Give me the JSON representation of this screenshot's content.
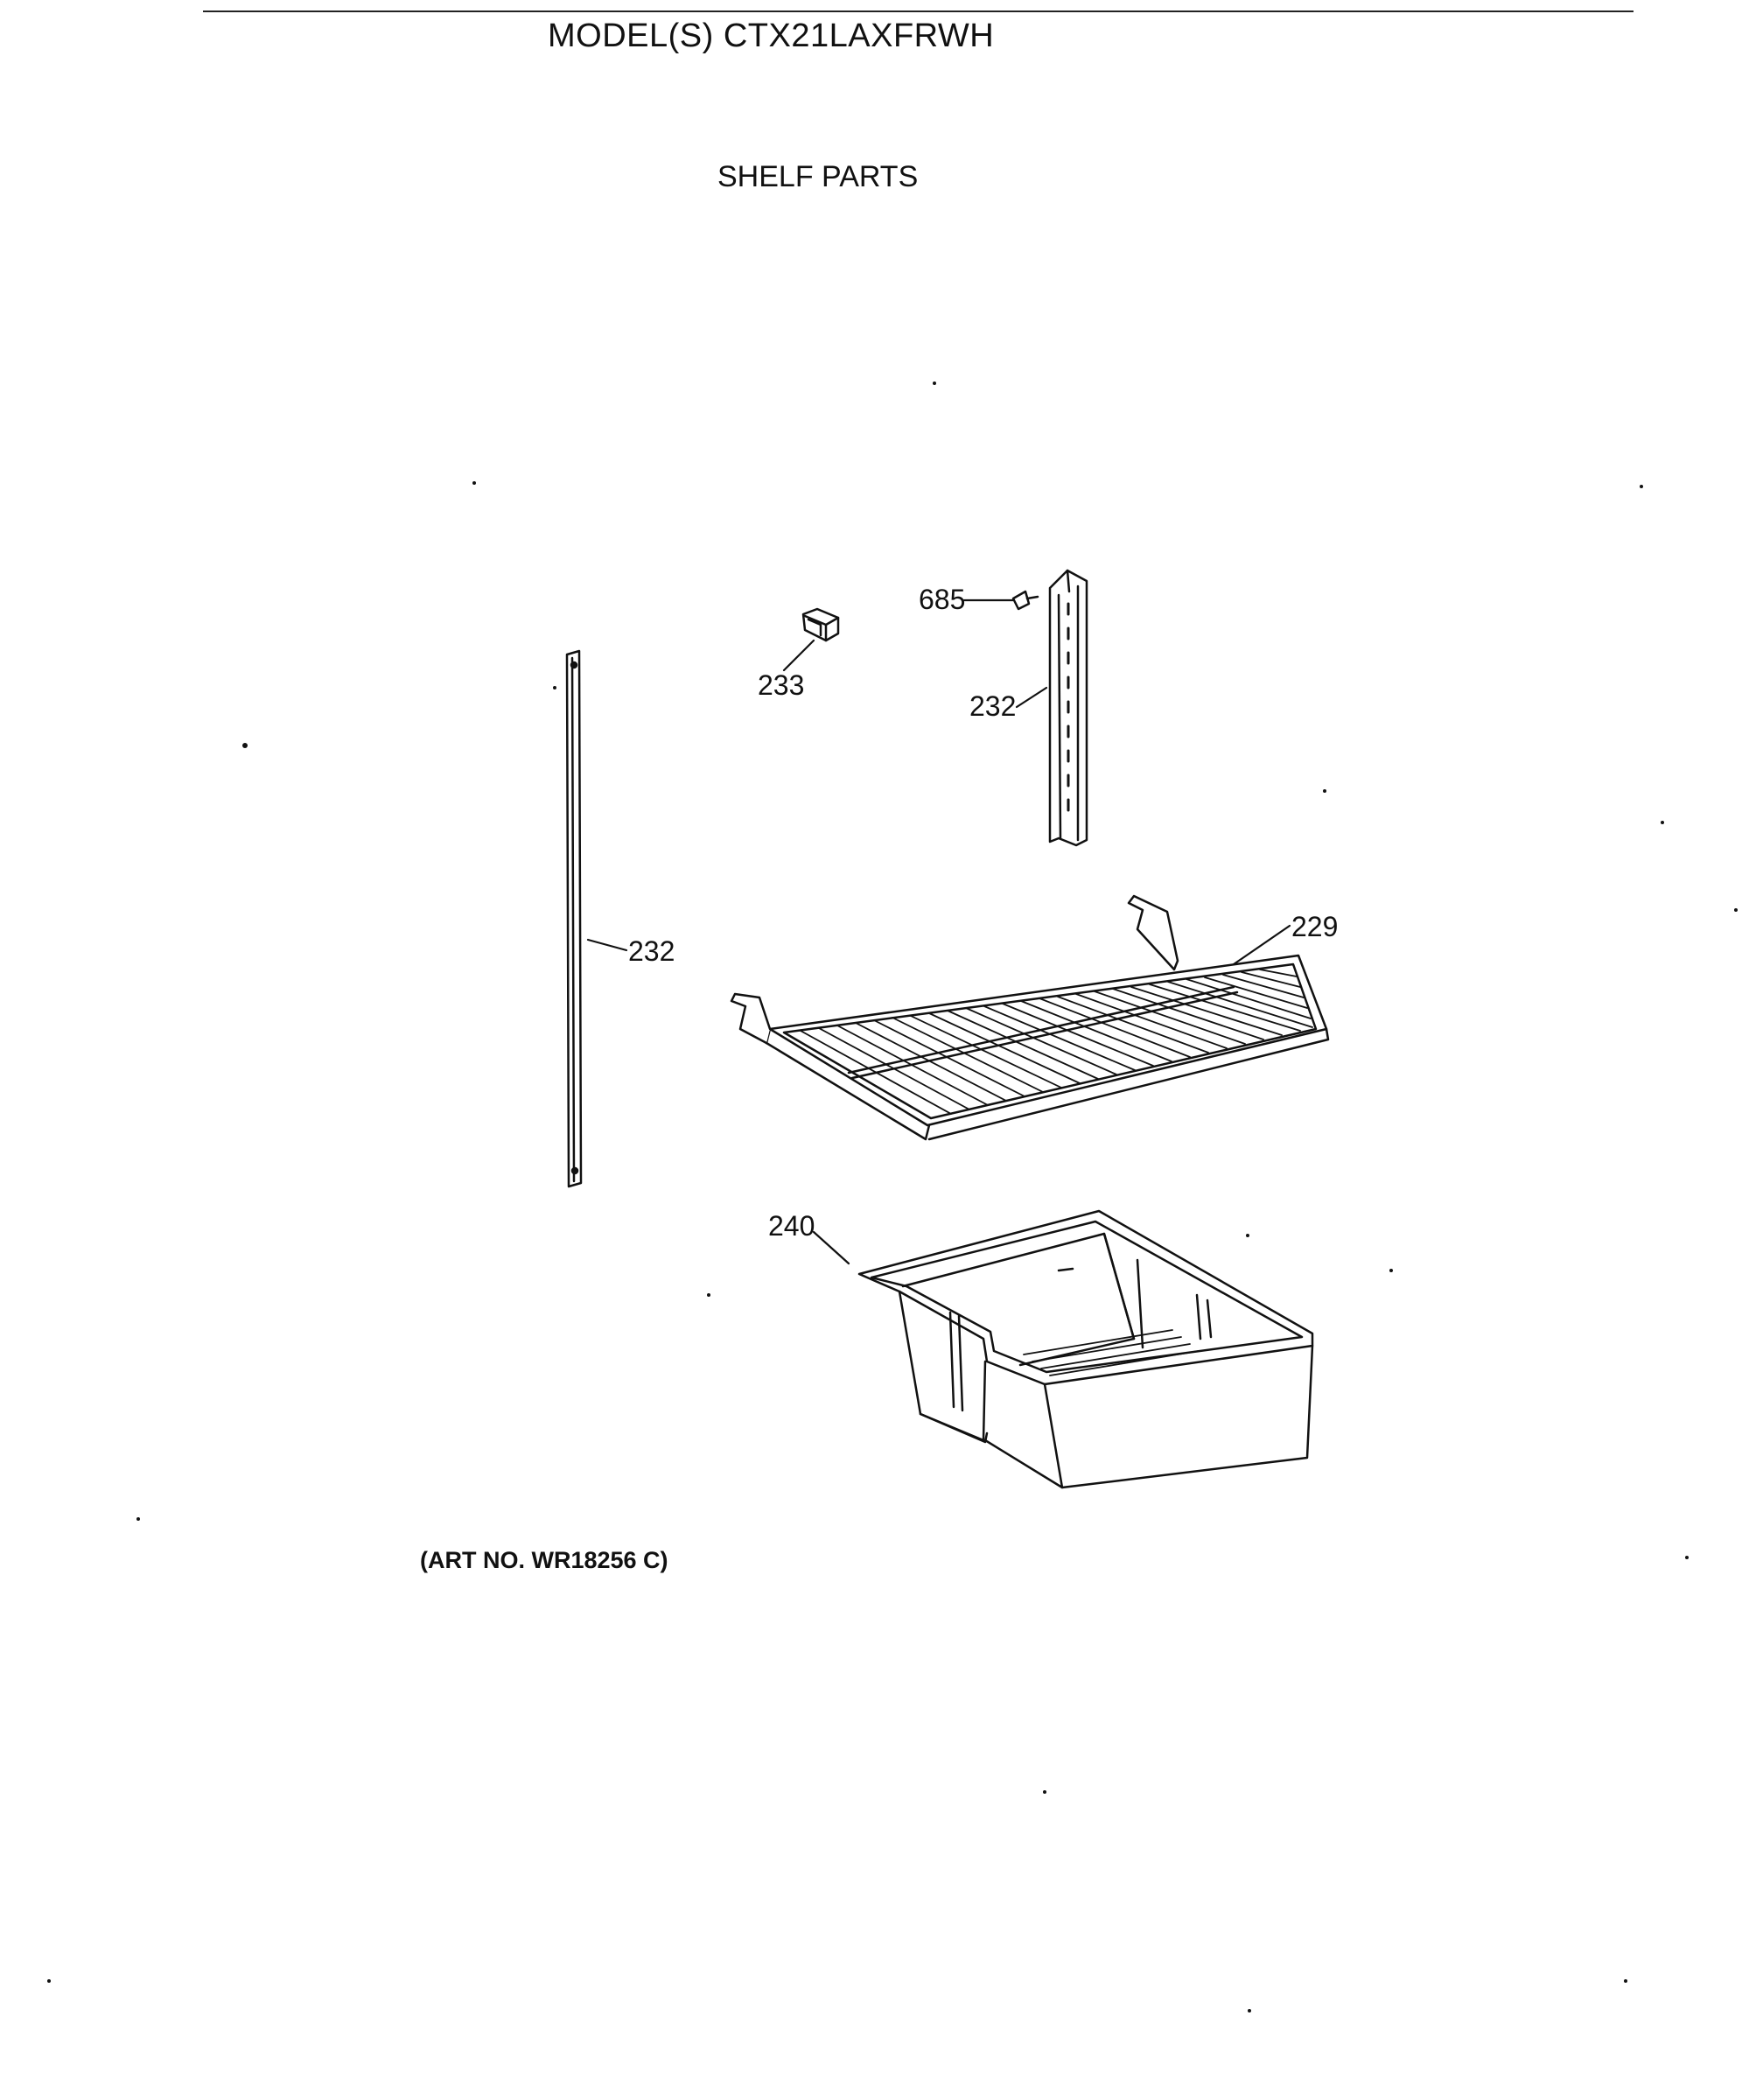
{
  "header": {
    "model_title": "MODEL(S) CTX21LAXFRWH"
  },
  "section": {
    "title": "SHELF PARTS"
  },
  "callouts": [
    {
      "id": "685",
      "label": "685"
    },
    {
      "id": "233",
      "label": "233"
    },
    {
      "id": "232a",
      "label": "232"
    },
    {
      "id": "232b",
      "label": "232"
    },
    {
      "id": "229",
      "label": "229"
    },
    {
      "id": "240",
      "label": "240"
    }
  ],
  "footer": {
    "art_number": "(ART NO. WR18256 C)"
  }
}
